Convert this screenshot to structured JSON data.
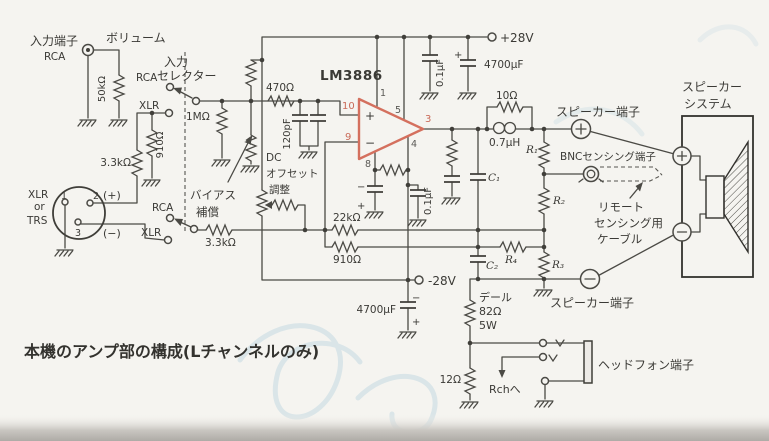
{
  "caption": "本機のアンプ部の構成(Lチャンネルのみ)",
  "marks": {
    "plus": "+",
    "minus": "−"
  },
  "input": {
    "terminal_label": "入力端子",
    "terminal_type": "RCA",
    "volume_label": "ボリューム",
    "volume_value": "50kΩ",
    "selector_l1": "入力",
    "selector_l2": "セレクター",
    "rca_top": "RCA",
    "xlr_top": "XLR",
    "r_1m": "1MΩ",
    "r_910": "910Ω",
    "r_3k3_upper": "3.3kΩ",
    "r_3k3_lower": "3.3kΩ",
    "xlr_l1": "XLR",
    "xlr_l2": "or",
    "xlr_l3": "TRS",
    "pin1": "1",
    "pin2": "2",
    "pin3": "3",
    "plus": "(+)",
    "minus": "(−)",
    "rca_bottom": "RCA",
    "xlr_bottom": "XLR",
    "bias_l1": "バイアス",
    "bias_l2": "補償"
  },
  "amp": {
    "ic_name": "LM3886",
    "pin1": "1",
    "pin3": "3",
    "pin4": "4",
    "pin5": "5",
    "pin8": "8",
    "pin9": "9",
    "pin10": "10",
    "r_470": "470Ω",
    "c_120p": "120pF",
    "dc_l1": "DC",
    "dc_l2": "オフセット",
    "dc_l3": "調整",
    "r_22k": "22kΩ",
    "r_910": "910Ω",
    "c_01_top": "0.1μF",
    "c_4700_top": "4700μF",
    "c_01_neg": "0.1μF",
    "c_4700_bot": "4700μF",
    "vplus": "+28V",
    "vminus": "-28V"
  },
  "output": {
    "r_10": "10Ω",
    "l_07": "0.7μH",
    "r1": "R₁",
    "r2": "R₂",
    "r3": "R₃",
    "r4": "R₄",
    "c1": "C₁",
    "c2": "C₂",
    "spk_plus_label": "スピーカー端子",
    "spk_minus_label": "スピーカー端子",
    "bnc_label": "BNCセンシング端子",
    "remote_l1": "リモート",
    "remote_l2": "センシング用",
    "remote_l3": "ケーブル",
    "spk_sys_l1": "スピーカー",
    "spk_sys_l2": "システム",
    "dale": "デール",
    "r_82": "82Ω",
    "w_5": "5W",
    "r_12": "12Ω",
    "rch": "Rchへ",
    "headphone_label": "ヘッドフォン端子"
  }
}
